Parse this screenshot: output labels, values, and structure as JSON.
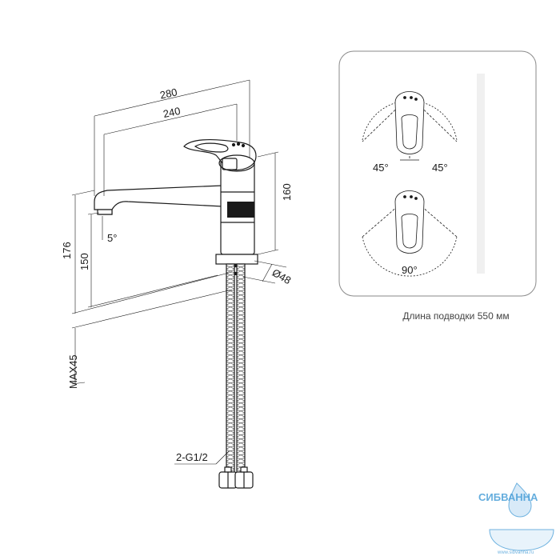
{
  "dimensions": {
    "overall_reach": "280",
    "spout_reach": "240",
    "body_height": "160",
    "total_height": "176",
    "spout_height": "150",
    "spout_angle": "5°",
    "base_diameter": "Ø48",
    "max_countertop": "MAX45",
    "connection": "2-G1/2"
  },
  "rotation_panel": {
    "left_angle": "45°",
    "right_angle": "45°",
    "total_angle": "90°"
  },
  "note": "Длина подводки 550 мм",
  "watermark": {
    "brand": "СИБВАННА",
    "url": "www.sibvanna.ru"
  },
  "colors": {
    "line": "#1a1a1a",
    "panel_border": "#8a8a8a",
    "watermark": "#4a9fd8"
  }
}
